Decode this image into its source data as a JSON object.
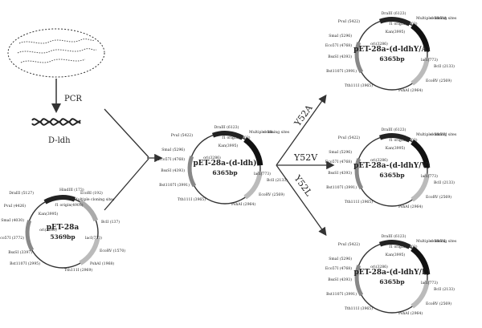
{
  "left": {
    "pcr_label": "PCR",
    "gene_label": "D-ldh"
  },
  "arrows": {
    "mutations": [
      "Y52A",
      "Y52V",
      "Y52L"
    ]
  },
  "plasmids": [
    {
      "id": "vector",
      "name": "pET-28a",
      "size": "5369bp",
      "features": [
        "DraIII (5127)",
        "HindIII (173)",
        "EcoRI (192)",
        "Multiple cloning sites",
        "f1 origin(4903)",
        "PvuI (4426)",
        "Kan(3995)",
        "SmaI (4030)",
        "Eco57I (3772)",
        "ori(3286)",
        "lacI(773)",
        "BclI (137)",
        "EcoRV (1570)",
        "BssSI (3397)",
        "Bst1107I (2995)",
        "Tth111I (2969)",
        "PshAI (1968)"
      ]
    },
    {
      "id": "ldh",
      "name": "pET-28a-(d-ldh)",
      "size": "6365bp",
      "features": [
        "DraIII (6123)",
        "Multiple cloning sites",
        "f1 origin(4903)",
        "d-ldh",
        "PvuI (5422)",
        "Kan(3995)",
        "SmaI (5296)",
        "Eco57I (4768)",
        "BssSI (4393)",
        "ori(3286)",
        "lacI(773)",
        "BclI (2133)",
        "Bst1107I (3991)",
        "EcoRV (2569)",
        "Tth111I (3965)",
        "PshAI (2964)"
      ]
    },
    {
      "id": "ya",
      "name": "pET-28a-(d-ldhY/A)",
      "size": "6365bp",
      "features": [
        "DraIII (6123)",
        "Multiple cloning sites",
        "f1 origin(4903)",
        "d-ldhY/A",
        "PvuI (5422)",
        "Kan(3995)",
        "SmaI (5296)",
        "Eco57I (4768)",
        "BssSI (4393)",
        "ori(3286)",
        "lacI(773)",
        "BclI (2133)",
        "Bst1107I (3991)",
        "EcoRV (2569)",
        "Tth111I (3965)",
        "PshAI (2964)"
      ]
    },
    {
      "id": "yv",
      "name": "pET-28a-(d-ldhY/V)",
      "size": "6365bp",
      "features": [
        "DraIII (6123)",
        "Multiple cloning sites",
        "f1 origin(4903)",
        "d-ldhY/V",
        "PvuI (5422)",
        "Kan(3995)",
        "SmaI (5296)",
        "Eco57I (4768)",
        "BssSI (4393)",
        "ori(3286)",
        "lacI(773)",
        "BclI (2133)",
        "Bst1107I (3991)",
        "EcoRV (2569)",
        "Tth111I (3965)",
        "PshAI (2964)"
      ]
    },
    {
      "id": "yl",
      "name": "pET-28a-(d-ldhY/L)",
      "size": "6365bp",
      "features": [
        "DraIII (6123)",
        "Multiple cloning sites",
        "f1 origin(4903)",
        "d-ldhY/L",
        "PvuI (5422)",
        "Kan(3995)",
        "SmaI (5296)",
        "Eco57I (4768)",
        "BssSI (4393)",
        "ori(3286)",
        "lacI(773)",
        "BclI (2133)",
        "Bst1107I (3991)",
        "EcoRV (2569)",
        "Tth111I (3965)",
        "PshAI (2964)"
      ]
    }
  ]
}
